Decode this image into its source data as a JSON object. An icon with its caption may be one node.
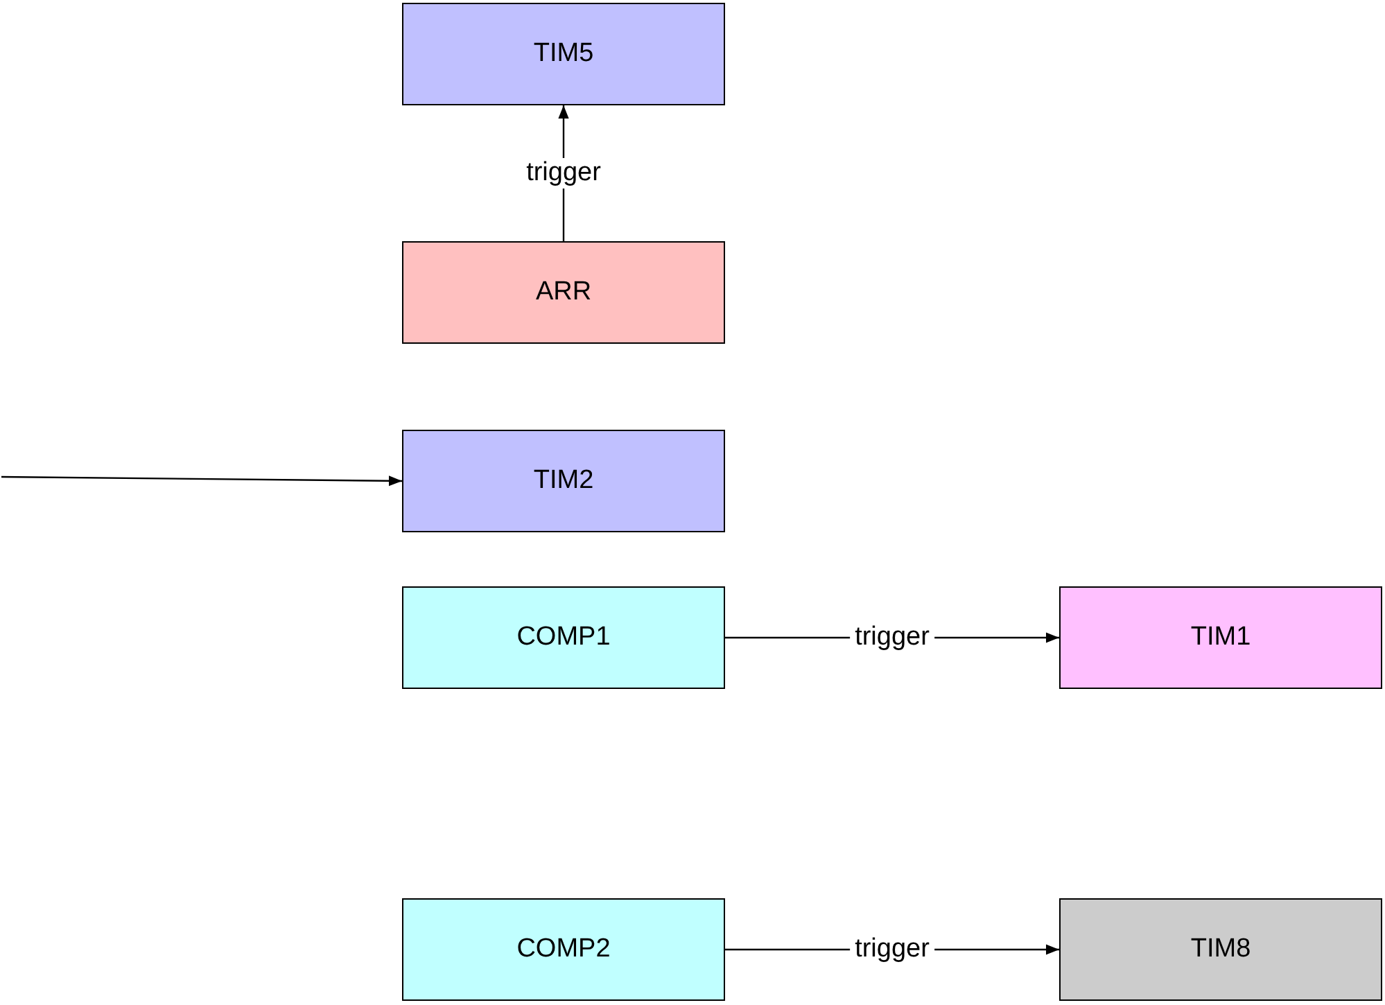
{
  "diagram": {
    "nodes": [
      {
        "text": [
          "TIM5"
        ]
      },
      {
        "text": [
          "ARR"
        ]
      },
      {
        "text": [
          "TIM2"
        ]
      },
      {
        "text": [
          "COMP1"
        ]
      },
      {
        "text": [
          "TIM1"
        ]
      },
      {
        "text": [
          "COMP2"
        ]
      },
      {
        "text": [
          "TIM8"
        ]
      }
    ],
    "edges": [
      {
        "from": 1,
        "to": 0,
        "arrow": "to",
        "label": "trigger"
      },
      {
        "from": null,
        "to": 2,
        "arrow": "to"
      },
      {
        "from": 3,
        "to": 4,
        "arrow": "to",
        "label": "trigger"
      },
      {
        "from": 5,
        "to": 6,
        "arrow": "to",
        "label": "trigger"
      }
    ]
  }
}
